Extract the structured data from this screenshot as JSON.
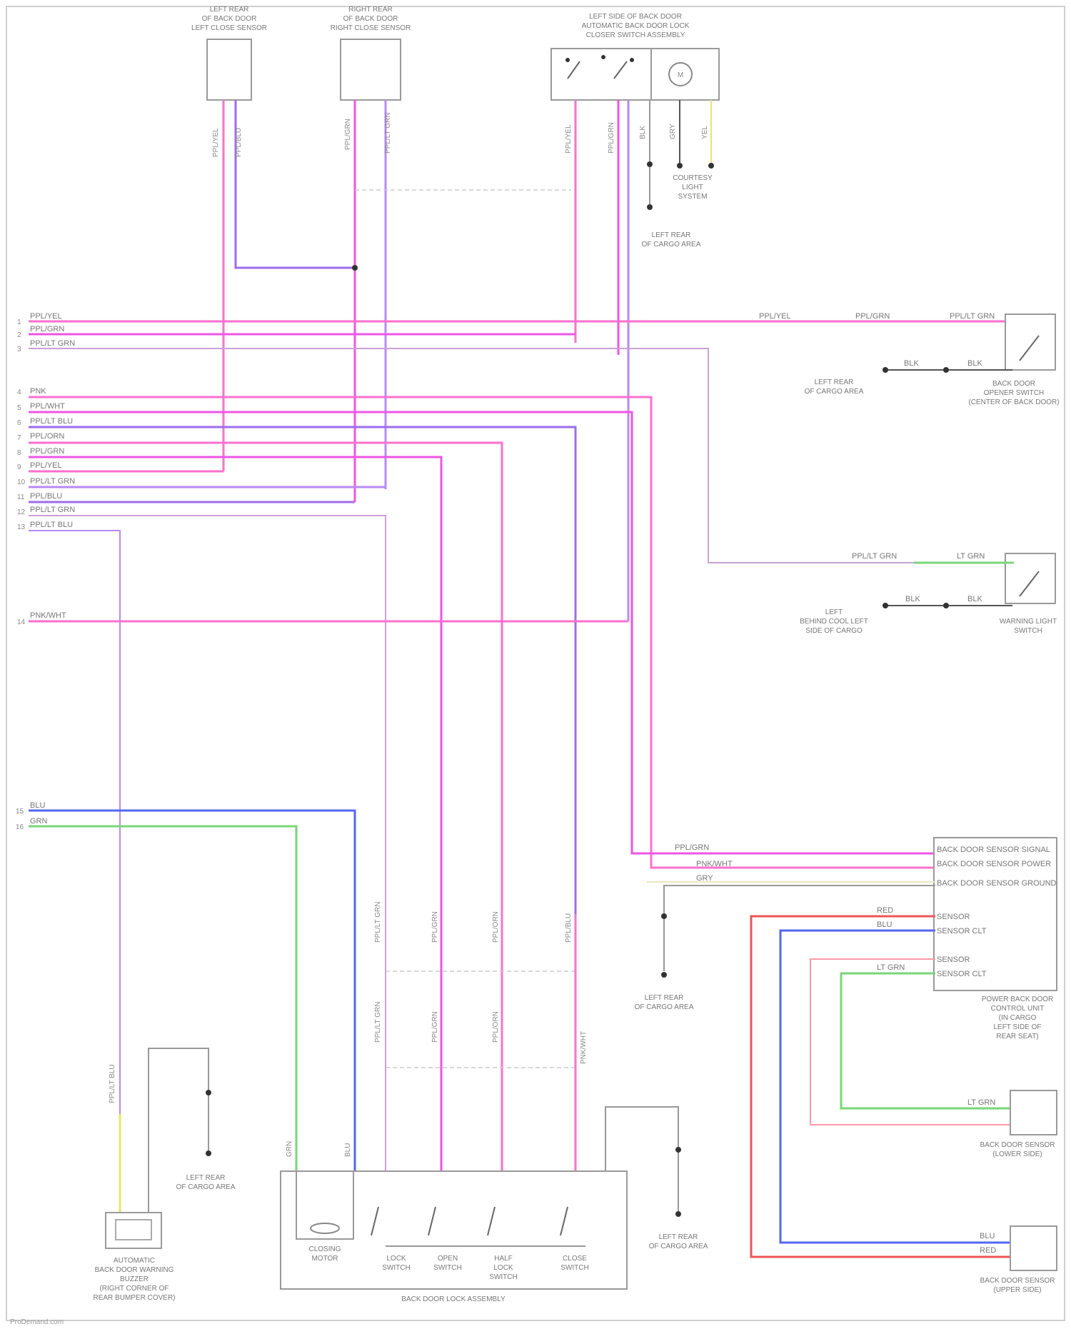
{
  "components": {
    "left_sensor": {
      "label_lines": [
        "LEFT REAR",
        "OF BACK DOOR",
        "LEFT CLOSE SENSOR"
      ]
    },
    "right_sensor": {
      "label_lines": [
        "RIGHT REAR",
        "OF BACK DOOR",
        "RIGHT CLOSE SENSOR"
      ]
    },
    "top_switch_assy": {
      "label_lines": [
        "LEFT SIDE OF BACK DOOR",
        "AUTOMATIC BACK DOOR LOCK",
        "CLOSER SWITCH ASSEMBLY"
      ]
    },
    "courtesy_light": {
      "label_lines": [
        "COURTESY",
        "LIGHT",
        "SYSTEM"
      ]
    },
    "back_door_opener_switch": {
      "label_lines": [
        "BACK DOOR",
        "OPENER SWITCH",
        "(CENTER OF BACK DOOR)"
      ]
    },
    "warning_light_switch": {
      "label_lines": [
        "WARNING LIGHT",
        "SWITCH"
      ]
    },
    "control_unit": {
      "label_lines": [
        "POWER BACK DOOR",
        "CONTROL UNIT",
        "(IN CARGO",
        "LEFT SIDE OF",
        "REAR SEAT)"
      ],
      "pins": [
        "BACK DOOR SENSOR SIGNAL",
        "BACK DOOR SENSOR POWER",
        "BACK DOOR SENSOR GROUND",
        "SENSOR",
        "SENSOR CLT",
        "SENSOR",
        "SENSOR CLT"
      ]
    },
    "pinch_sensor_lower": {
      "label_lines": [
        "BACK DOOR SENSOR",
        "(LOWER SIDE)"
      ]
    },
    "pinch_sensor_upper": {
      "label_lines": [
        "BACK DOOR SENSOR",
        "(UPPER SIDE)"
      ]
    },
    "buzzer": {
      "label_lines": [
        "AUTOMATIC",
        "BACK DOOR WARNING",
        "BUZZER",
        "(RIGHT CORNER OF",
        "REAR BUMPER COVER)"
      ]
    },
    "lock_assembly": {
      "label": "BACK DOOR LOCK ASSEMBLY",
      "motor": [
        "CLOSING",
        "MOTOR"
      ],
      "switches": [
        [
          "LOCK",
          "SWITCH"
        ],
        [
          "OPEN",
          "SWITCH"
        ],
        [
          "HALF",
          "LOCK",
          "SWITCH"
        ],
        [
          "CLOSE",
          "SWITCH"
        ]
      ]
    }
  },
  "grounds": {
    "g1": {
      "label_lines": [
        "LEFT REAR",
        "OF CARGO AREA"
      ]
    },
    "g2": {
      "label_lines": [
        "LEFT REAR",
        "OF CARGO AREA"
      ]
    },
    "g3": {
      "label_lines": [
        "LEFT",
        "BEHIND COOL LEFT",
        "SIDE OF CARGO"
      ]
    },
    "g4": {
      "label_lines": [
        "LEFT REAR",
        "OF CARGO AREA"
      ]
    },
    "g5": {
      "label_lines": [
        "LEFT REAR",
        "OF CARGO AREA"
      ]
    },
    "g6": {
      "label_lines": [
        "LEFT REAR",
        "OF CARGO AREA"
      ]
    }
  },
  "harness_rows": {
    "group1": [
      {
        "num": "1",
        "wire": "PPL/YEL"
      },
      {
        "num": "2",
        "wire": "PPL/GRN"
      },
      {
        "num": "3",
        "wire": "PPL/LT GRN"
      }
    ],
    "group2": [
      {
        "num": "4",
        "wire": "PNK"
      },
      {
        "num": "5",
        "wire": "PPL/WHT"
      },
      {
        "num": "6",
        "wire": "PPL/LT BLU"
      },
      {
        "num": "7",
        "wire": "PPL/ORN"
      },
      {
        "num": "8",
        "wire": "PPL/GRN"
      },
      {
        "num": "9",
        "wire": "PPL/YEL"
      },
      {
        "num": "10",
        "wire": "PPL/LT GRN"
      },
      {
        "num": "11",
        "wire": "PPL/BLU"
      },
      {
        "num": "12",
        "wire": "PPL/LT GRN"
      },
      {
        "num": "13",
        "wire": "PPL/LT BLU"
      }
    ],
    "single": {
      "num": "14",
      "wire": "PNK/WHT"
    },
    "bottom": [
      {
        "num": "15",
        "wire": "BLU"
      },
      {
        "num": "16",
        "wire": "GRN"
      }
    ]
  },
  "wire_codes": {
    "gry": "GRY",
    "blk": "BLK",
    "ltgrn": "LT GRN",
    "red": "RED",
    "ppl_yel": "PPL/YEL",
    "ppl_grn": "PPL/GRN",
    "ppl_ltgrn": "PPL/LT GRN",
    "ppl_wht": "PPL/WHT",
    "ppl_blu": "PPL/BLU",
    "ppl_ltblu": "PPL/LT BLU",
    "ppl_orn": "PPL/ORN",
    "pnk_wht": "PNK/WHT",
    "yel": "YEL",
    "blu": "BLU",
    "grn": "GRN"
  },
  "footer": "ProDemand.com",
  "colors": {
    "pink": "#ff6fcf",
    "magenta": "#ee55e4",
    "purple": "#9b6df0",
    "lavender": "#b78af5",
    "blue": "#5566ee",
    "green": "#7ad67a",
    "red": "#ee5555",
    "yellow": "#e8e860",
    "gray": "#999999",
    "darkgray": "#555555"
  }
}
